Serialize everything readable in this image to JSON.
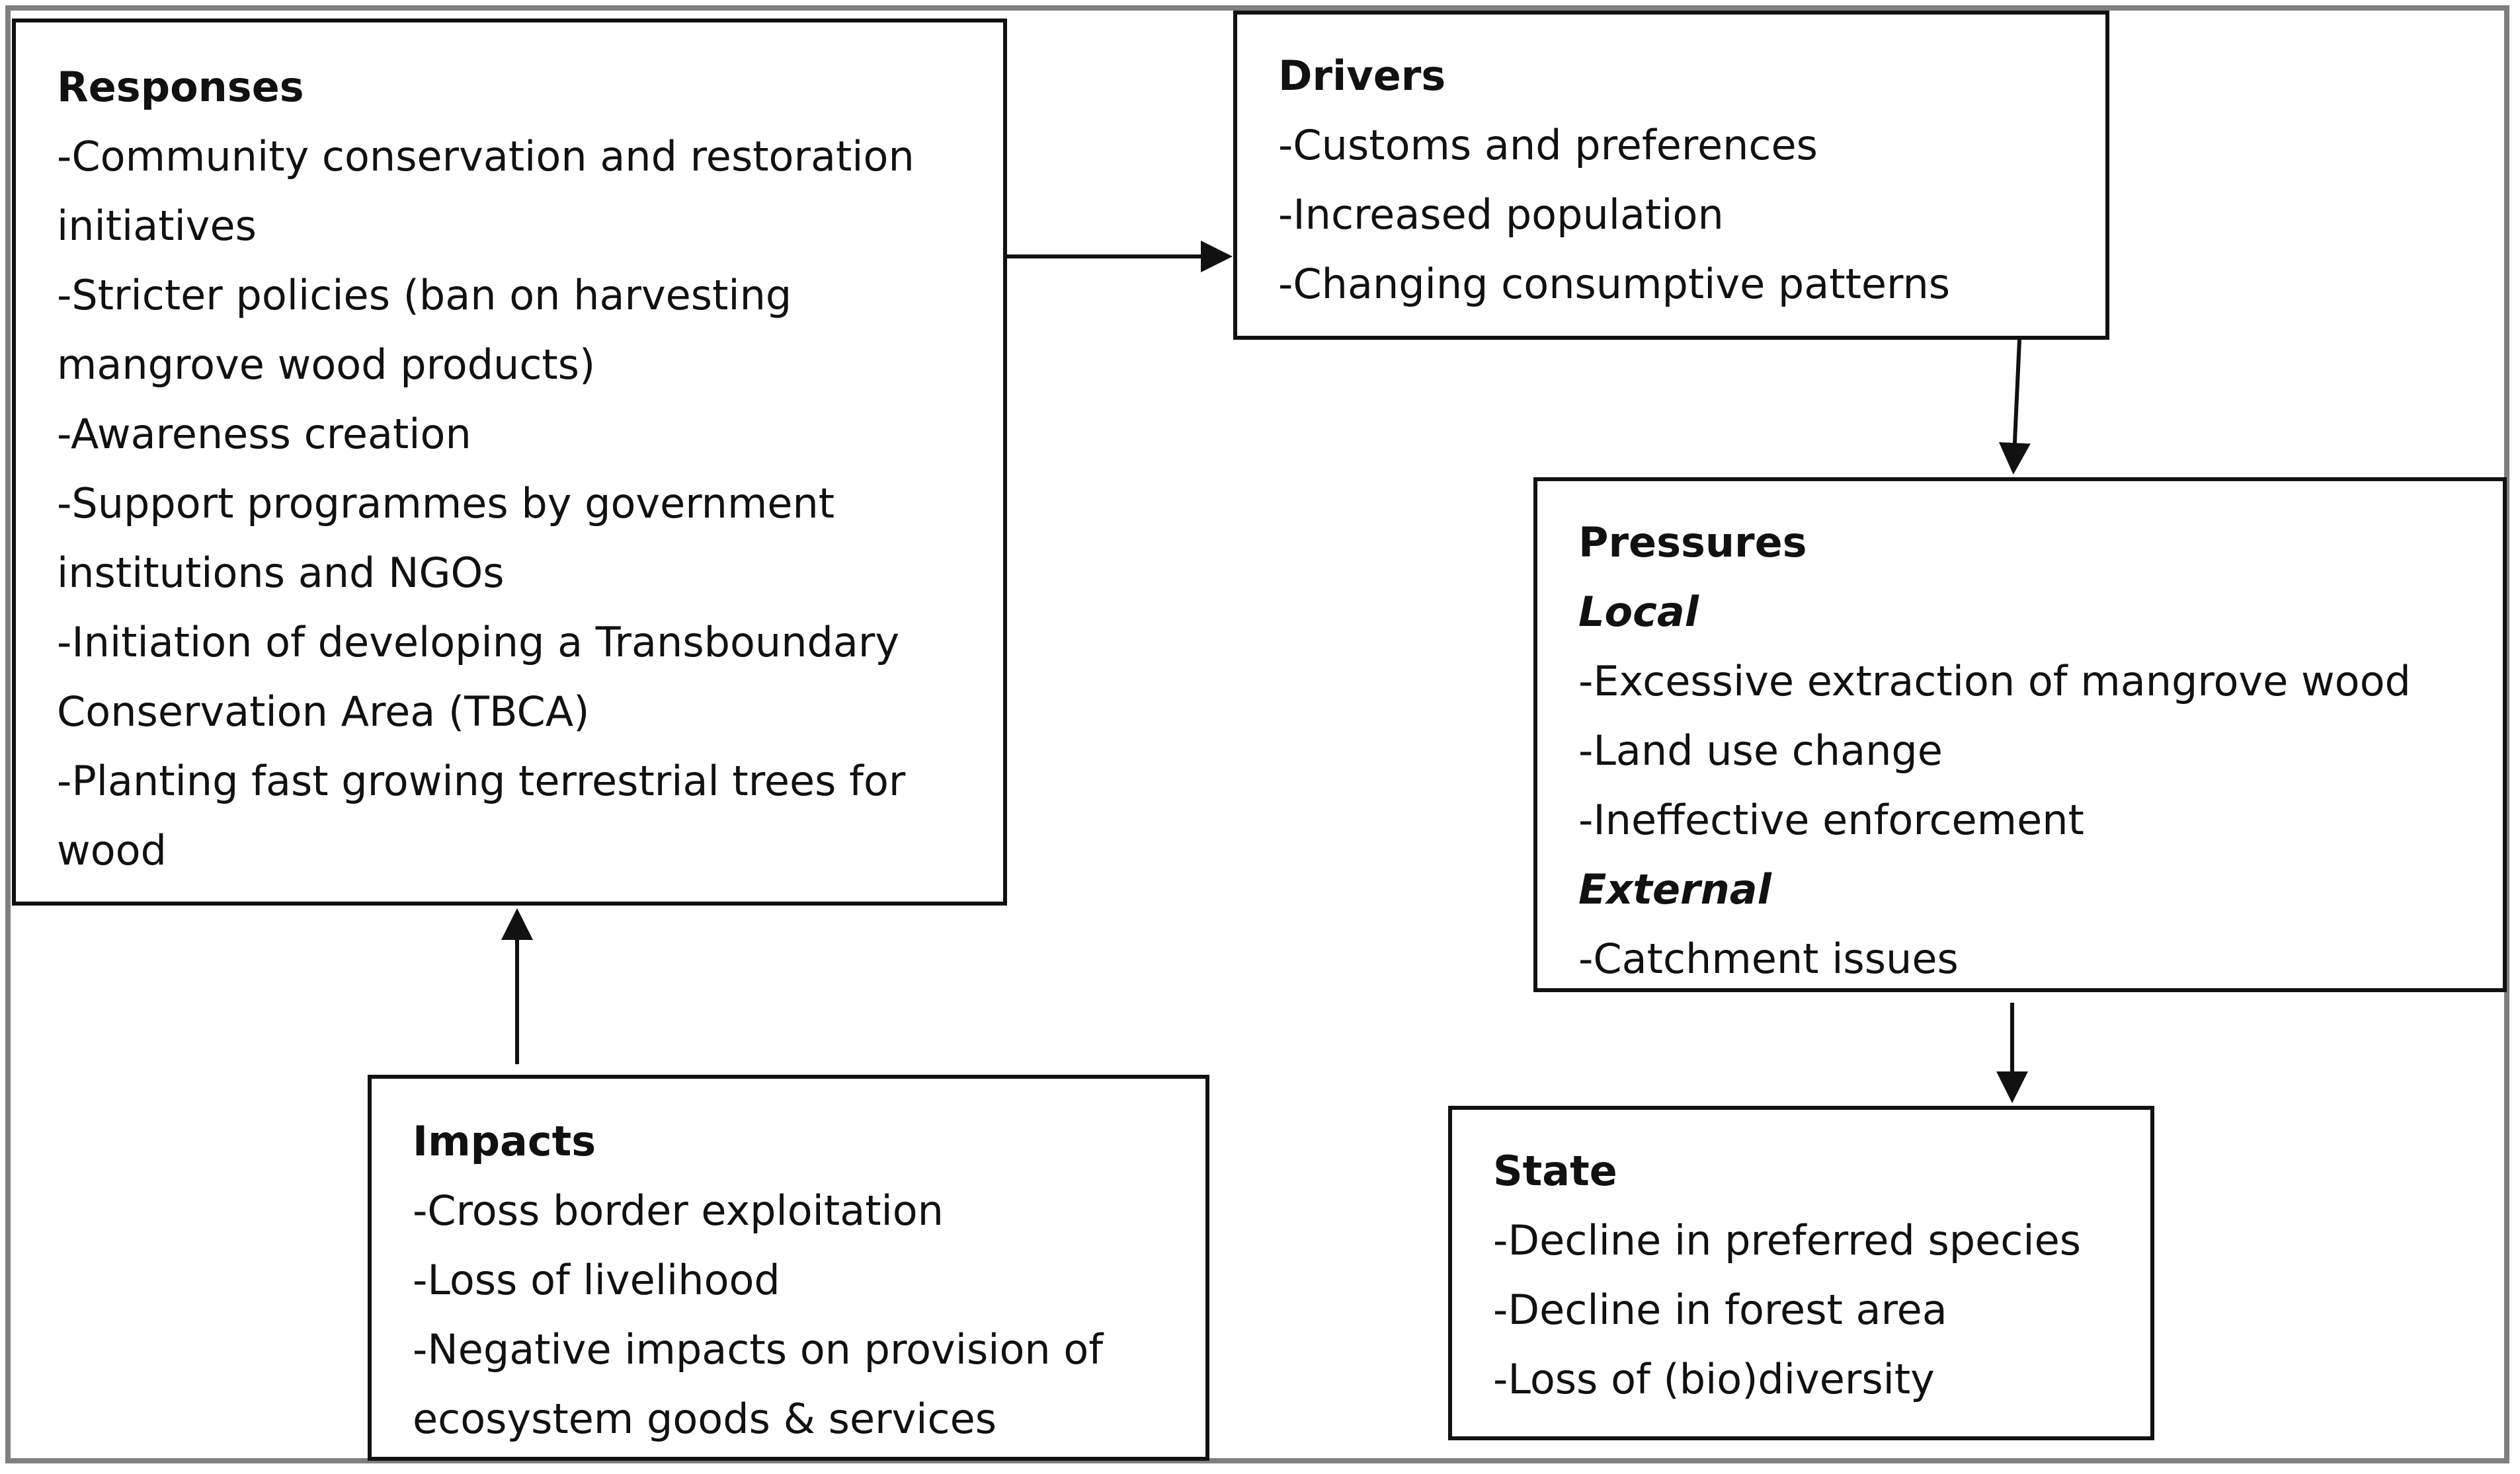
{
  "responses": {
    "title": "Responses",
    "items": [
      "-Community conservation and restoration",
      "initiatives",
      "-Stricter policies (ban on harvesting",
      "mangrove wood products)",
      "-Awareness creation",
      "-Support programmes by government",
      "institutions and NGOs",
      "-Initiation of developing a Transboundary",
      "Conservation Area (TBCA)",
      "-Planting fast growing terrestrial trees for",
      "wood"
    ]
  },
  "drivers": {
    "title": "Drivers",
    "items": [
      "-Customs and preferences",
      "-Increased population",
      "-Changing consumptive patterns"
    ]
  },
  "pressures": {
    "title": "Pressures",
    "local_label": "Local",
    "local_items": [
      "-Excessive extraction of mangrove wood",
      "-Land use change",
      "-Ineffective enforcement"
    ],
    "external_label": "External",
    "external_items": [
      "-Catchment issues"
    ]
  },
  "impacts": {
    "title": "Impacts",
    "items": [
      "-Cross border exploitation",
      "-Loss of livelihood",
      "-Negative impacts on provision of",
      "ecosystem goods & services"
    ]
  },
  "state": {
    "title": "State",
    "items": [
      "-Decline in preferred species",
      "-Decline in forest area",
      "-Loss of (bio)diversity"
    ]
  }
}
